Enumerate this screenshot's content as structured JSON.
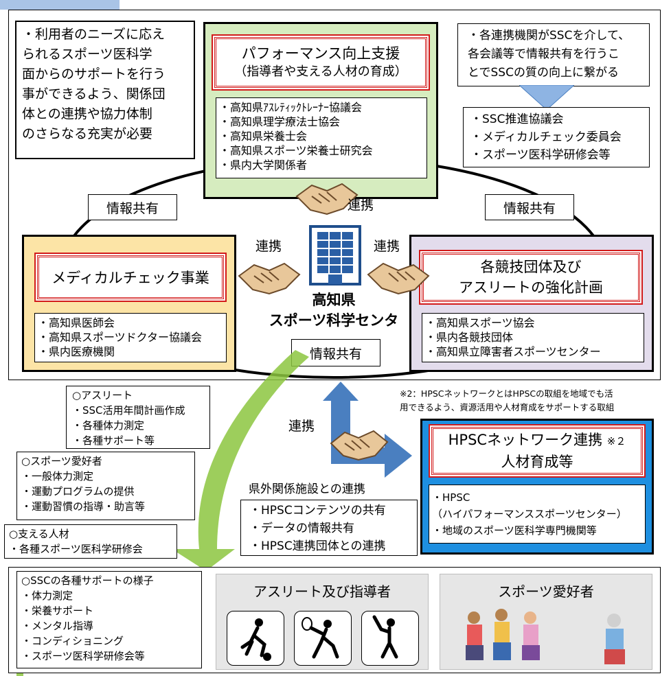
{
  "intro_text": [
    "・利用者のニーズに応え",
    "られるスポーツ医科学",
    "面からのサポートを行う",
    "事ができるよう、関係団",
    "体との連携や協力体制",
    "のさらなる充実が必要"
  ],
  "top_right_note": [
    "・各連携機関がSSCを介して、",
    "各会議等で情報共有を行うこ",
    "とでSSCの質の向上に繋がる"
  ],
  "meetings": [
    "・SSC推進協議会",
    "・メディカルチェック委員会",
    "・スポーツ医科学研修会等"
  ],
  "performance": {
    "title": "パフォーマンス向上支援",
    "subtitle": "（指導者や支える人材の育成）",
    "members": [
      "・高知県ｱｽﾚﾃｨｯｸﾄﾚｰﾅｰ協議会",
      "・高知県理学療法士協会",
      "・高知県栄養士会",
      "・高知県スポーツ栄養士研究会",
      "・県内大学関係者"
    ]
  },
  "medical": {
    "title": "メディカルチェック事業",
    "members": [
      "・高知県医師会",
      "・高知県スポーツドクター協議会",
      "・県内医療機関"
    ]
  },
  "teams": {
    "title_line1": "各競技団体及び",
    "title_line2": "アスリートの強化計画",
    "members": [
      "・高知県スポーツ協会",
      "・県内各競技団体",
      "・高知県立障害者スポーツセンター"
    ]
  },
  "center": {
    "name_line1": "高知県",
    "name_line2": "スポーツ科学センター"
  },
  "labels": {
    "share_left": "情報共有",
    "share_right": "情報共有",
    "share_bottom": "情報共有",
    "link_top": "連携",
    "link_left": "連携",
    "link_right": "連携",
    "link_lower": "連携"
  },
  "athlete_support": [
    "○アスリート",
    "・SSC活用年間計画作成",
    "・各種体力測定",
    "・各種サポート等"
  ],
  "fan_support": [
    "○スポーツ愛好者",
    "・一般体力測定",
    "・運動プログラムの提供",
    "・運動習慣の指導・助言等"
  ],
  "human_support": [
    "○支える人材",
    "・各種スポーツ医科学研修会"
  ],
  "hpsc_note": [
    "※2：HPSCネットワークとはHPSCの取組を地域でも活",
    "用できるよう、資源活用や人材育成をサポートする取組"
  ],
  "hpsc": {
    "title_line1": "HPSCネットワーク連携",
    "title_mark": "※２",
    "title_line2": "人材育成等",
    "items": [
      "・HPSC",
      "（ハイパフォーマンススポーツセンター）",
      "・地域のスポーツ医科学専門機関等"
    ]
  },
  "external": {
    "heading": "県外関係施設との連携",
    "items": [
      "・HPSCコンテンツの共有",
      "・データの情報共有",
      "・HPSC連携団体との連携"
    ]
  },
  "ssc_support": [
    "○SSCの各種サポートの様子",
    "・体力測定",
    "・栄養サポート",
    "・メンタル指導",
    "・コンディショニング",
    "・スポーツ医科学研修会等"
  ],
  "athletes_card": {
    "title": "アスリート及び指導者",
    "icons": [
      "soccer-player-icon",
      "tennis-player-icon",
      "baseball-batter-icon"
    ]
  },
  "fans_card": {
    "title": "スポーツ愛好者",
    "icons": [
      "exercise-group-icon",
      "elderly-jogger-icon"
    ]
  },
  "colors": {
    "green": "#d6ecbf",
    "yellow": "#fce4a6",
    "purple": "#e3dcec",
    "blue": "#1e8fe0",
    "red": "#d21a1a",
    "arrow_green": "#8cc63f",
    "arrow_blue": "#4a7fc0"
  }
}
